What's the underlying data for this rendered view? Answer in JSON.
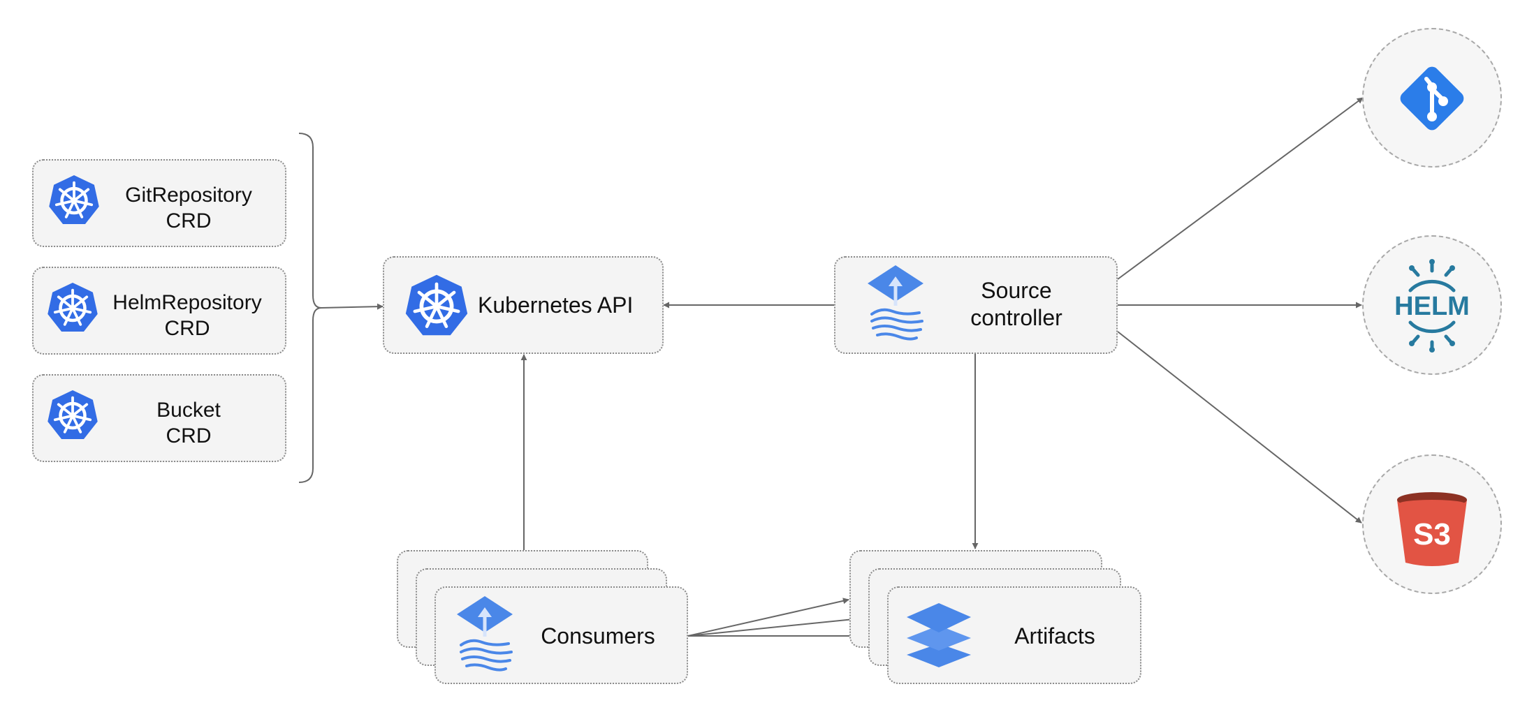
{
  "crds": [
    {
      "line1": "GitRepository",
      "line2": "CRD"
    },
    {
      "line1": "HelmRepository",
      "line2": "CRD"
    },
    {
      "line1": "Bucket",
      "line2": "CRD"
    }
  ],
  "kubernetes_api": {
    "label": "Kubernetes API"
  },
  "source_controller": {
    "line1": "Source",
    "line2": "controller"
  },
  "consumers": {
    "label": "Consumers"
  },
  "artifacts": {
    "label": "Artifacts"
  },
  "sources": {
    "git": {
      "icon": "git-icon"
    },
    "helm": {
      "icon": "helm-icon",
      "text": "HELM"
    },
    "s3": {
      "icon": "s3-bucket-icon",
      "text": "S3"
    }
  },
  "colors": {
    "kubernetes_blue": "#326ce5",
    "flux_blue": "#4a87e8",
    "git_blue": "#2b7de9",
    "helm_teal": "#277a9f",
    "s3_red": "#e25444",
    "s3_dark": "#8c3123",
    "arrow": "#666666"
  }
}
